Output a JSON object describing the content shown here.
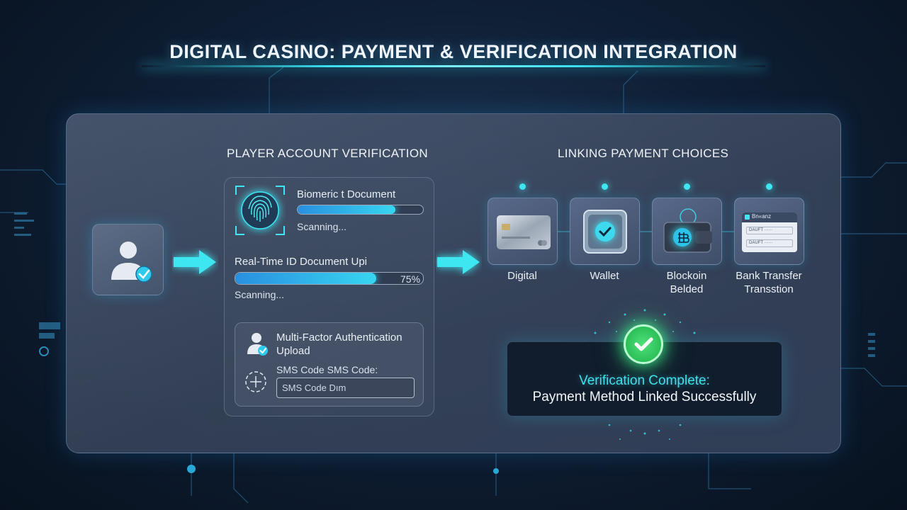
{
  "page": {
    "title": "DIGITAL CASINO: PAYMENT & VERIFICATION INTEGRATION"
  },
  "verification": {
    "title": "PLAYER ACCOUNT VERIFICATION",
    "biometric_label": "Biomeric t Document",
    "biometric_progress": 0.78,
    "biometric_status": "Scanning...",
    "id_label": "Real-Time ID Document Upi",
    "id_progress": 0.75,
    "id_percent": "75%",
    "id_status": "Scanning...",
    "mfa_title_line1": "Multi-Factor Authentication",
    "mfa_title_line2": "Upload",
    "sms_label": "SMS Code SMS Code:",
    "sms_placeholder": "SMS Code Dım"
  },
  "payments": {
    "title": "LINKING PAYMENT CHOICES",
    "methods": [
      {
        "line1": "Digital",
        "line2": ""
      },
      {
        "line1": "Wallet",
        "line2": ""
      },
      {
        "line1": "Blockoin",
        "line2": "Belded"
      },
      {
        "line1": "Bank Transfer",
        "line2": "Transstion"
      }
    ],
    "bank_card_header": "Bn«anz",
    "bank_field_1": "DAUFT ······",
    "bank_field_2": "DAUFT ······"
  },
  "status": {
    "line1": "Verification Complete:",
    "line2": "Payment Method Linked Successfully"
  },
  "colors": {
    "accent": "#3ee6f2",
    "success": "#3ef08a",
    "panel": "#4a5a74",
    "background": "#0f1f35"
  }
}
